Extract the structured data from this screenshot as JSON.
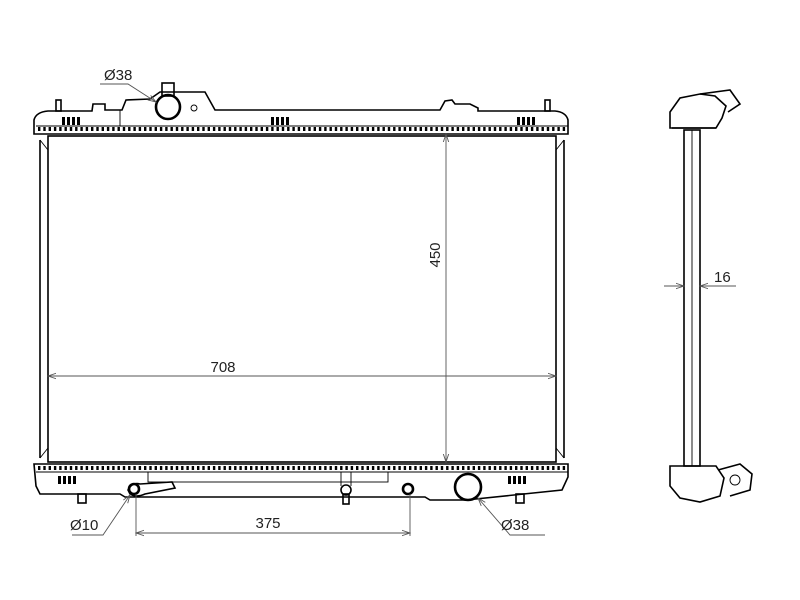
{
  "drawing": {
    "front_view": {
      "top_inlet_diameter": "Ø38",
      "core_height": "450",
      "core_width": "708",
      "drain_diameter": "Ø10",
      "drain_to_mount_distance": "375",
      "bottom_outlet_diameter": "Ø38"
    },
    "side_view": {
      "core_thickness": "16"
    }
  }
}
